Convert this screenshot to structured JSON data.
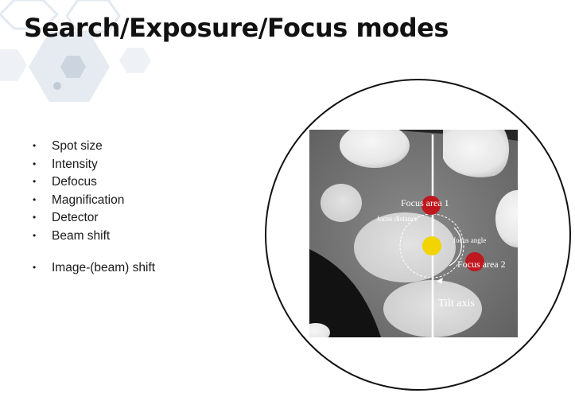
{
  "slide": {
    "title": "Search/Exposure/Focus modes",
    "bullets": [
      "Spot size",
      "Intensity",
      "Defocus",
      "Magnification",
      "Detector",
      "Beam shift",
      "Image-(beam) shift"
    ]
  },
  "figure": {
    "focus_area_1": "Focus area 1",
    "focus_area_2": "Focus area 2",
    "focus_distance": "focus distance",
    "focus_angle": "focus angle",
    "tilt_axis": "Tilt axis"
  },
  "colors": {
    "title": "#111111",
    "focus_marker": "#c0181f",
    "exposure_marker": "#f2d400",
    "hex_decoration": "#dde4eb"
  }
}
